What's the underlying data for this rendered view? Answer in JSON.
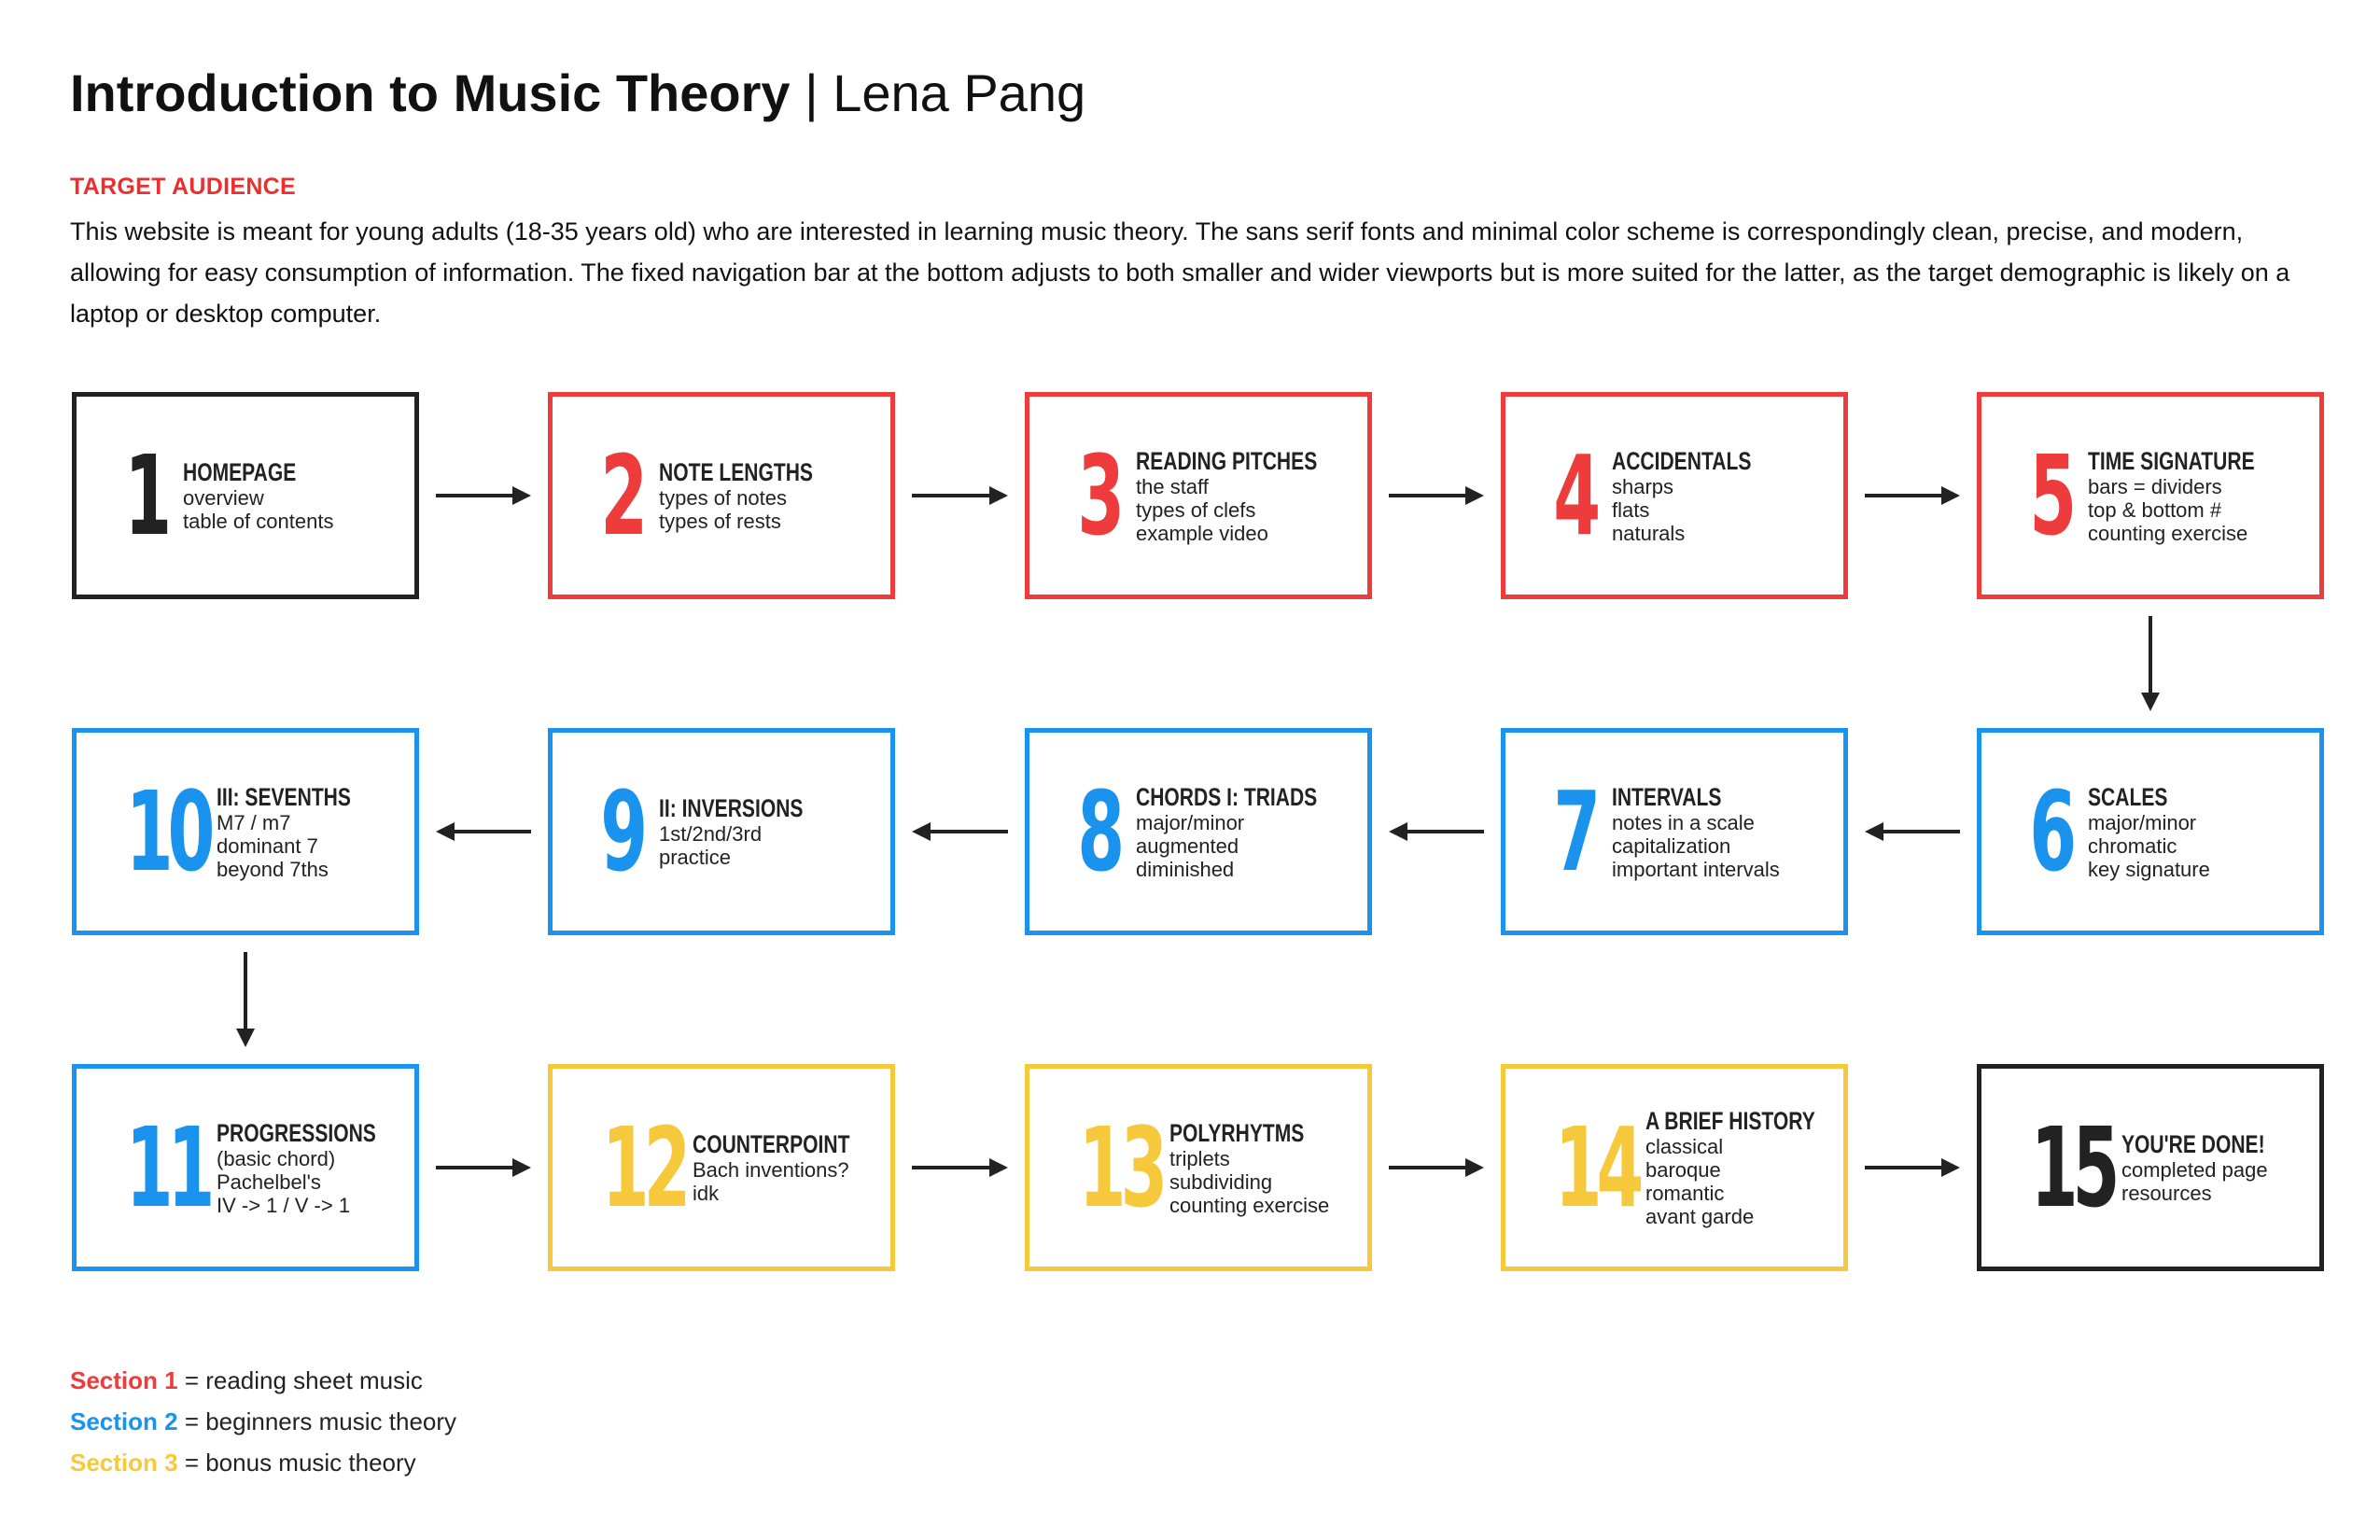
{
  "header": {
    "title_bold": "Introduction to Music Theory",
    "title_rest": " | Lena Pang"
  },
  "audience": {
    "heading": "TARGET AUDIENCE",
    "text": "This website is meant for young adults (18-35 years old) who are interested in learning music theory. The sans serif fonts and minimal color scheme is correspondingly clean, precise, and modern, allowing for easy consumption of information. The fixed navigation bar at the bottom adjusts to both smaller and wider viewports but is more suited for the latter, as the target demographic is likely on a laptop or desktop computer."
  },
  "colors": {
    "red": "#ee3b3b",
    "blue": "#1a93ee",
    "yellow": "#f6c93c",
    "black": "#222222"
  },
  "steps": [
    {
      "num": "1",
      "title": "HOMEPAGE",
      "lines": [
        "overview",
        "table of contents"
      ],
      "section": "black"
    },
    {
      "num": "2",
      "title": "NOTE LENGTHS",
      "lines": [
        "types of notes",
        "types of rests"
      ],
      "section": "red"
    },
    {
      "num": "3",
      "title": "READING PITCHES",
      "lines": [
        "the staff",
        "types of clefs",
        "example video"
      ],
      "section": "red"
    },
    {
      "num": "4",
      "title": "ACCIDENTALS",
      "lines": [
        "sharps",
        "flats",
        "naturals"
      ],
      "section": "red"
    },
    {
      "num": "5",
      "title": "TIME SIGNATURE",
      "lines": [
        "bars = dividers",
        "top & bottom #",
        "counting exercise"
      ],
      "section": "red"
    },
    {
      "num": "6",
      "title": "SCALES",
      "lines": [
        "major/minor",
        "chromatic",
        "key signature"
      ],
      "section": "blue"
    },
    {
      "num": "7",
      "title": "INTERVALS",
      "lines": [
        "notes in a scale",
        "capitalization",
        "important intervals"
      ],
      "section": "blue"
    },
    {
      "num": "8",
      "title": "CHORDS I: TRIADS",
      "lines": [
        "major/minor",
        "augmented",
        "diminished"
      ],
      "section": "blue"
    },
    {
      "num": "9",
      "title": "II: INVERSIONS",
      "lines": [
        "1st/2nd/3rd",
        "practice"
      ],
      "section": "blue"
    },
    {
      "num": "10",
      "title": "III: SEVENTHS",
      "lines": [
        "M7 / m7",
        "dominant 7",
        "beyond 7ths"
      ],
      "section": "blue"
    },
    {
      "num": "11",
      "title": "PROGRESSIONS",
      "lines": [
        "(basic chord)",
        "Pachelbel's",
        "IV -> 1 / V -> 1"
      ],
      "section": "blue"
    },
    {
      "num": "12",
      "title": "COUNTERPOINT",
      "lines": [
        "Bach inventions?",
        "idk"
      ],
      "section": "yellow"
    },
    {
      "num": "13",
      "title": "POLYRHYTMS",
      "lines": [
        "triplets",
        "subdividing",
        "counting exercise"
      ],
      "section": "yellow"
    },
    {
      "num": "14",
      "title": "A BRIEF HISTORY",
      "lines": [
        "classical",
        "baroque",
        "romantic",
        "avant garde"
      ],
      "section": "yellow"
    },
    {
      "num": "15",
      "title": "YOU'RE DONE!",
      "lines": [
        "completed page",
        "resources"
      ],
      "section": "black"
    }
  ],
  "legend": [
    {
      "label": "Section 1",
      "desc": " = reading sheet music",
      "color": "#ee3b3b"
    },
    {
      "label": "Section 2",
      "desc": " = beginners music theory",
      "color": "#1a93ee"
    },
    {
      "label": "Section 3",
      "desc": " = bonus music theory",
      "color": "#f6c93c"
    }
  ]
}
